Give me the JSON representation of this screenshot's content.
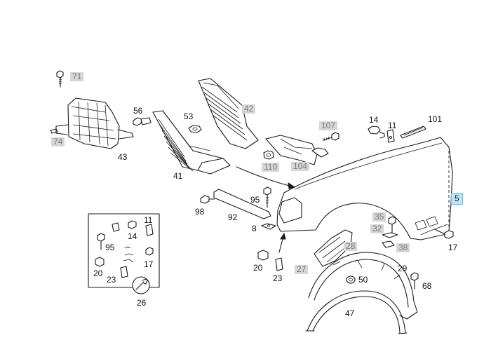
{
  "labels": {
    "p71": "71",
    "p74": "74",
    "p43": "43",
    "p56": "56",
    "p53": "53",
    "p42": "42",
    "p41": "41",
    "p107": "107",
    "p110": "110",
    "p104": "104",
    "p14a": "14",
    "p11a": "11",
    "p101": "101",
    "p5": "5",
    "p95a": "95",
    "p98": "98",
    "p92": "92",
    "p8": "8",
    "p35": "35",
    "p32": "32",
    "p38": "38",
    "p17a": "17",
    "p11b": "11",
    "p14b": "14",
    "p95b": "95",
    "p17b": "17",
    "p20a": "20",
    "p23a": "23",
    "p26": "26",
    "p20b": "20",
    "p23b": "23",
    "p27": "27",
    "p28": "28",
    "p50": "50",
    "p29": "29",
    "p68": "68",
    "p47": "47"
  },
  "highlight_color": "#bfe3f7",
  "muted_label_color": "#d6d6d6"
}
